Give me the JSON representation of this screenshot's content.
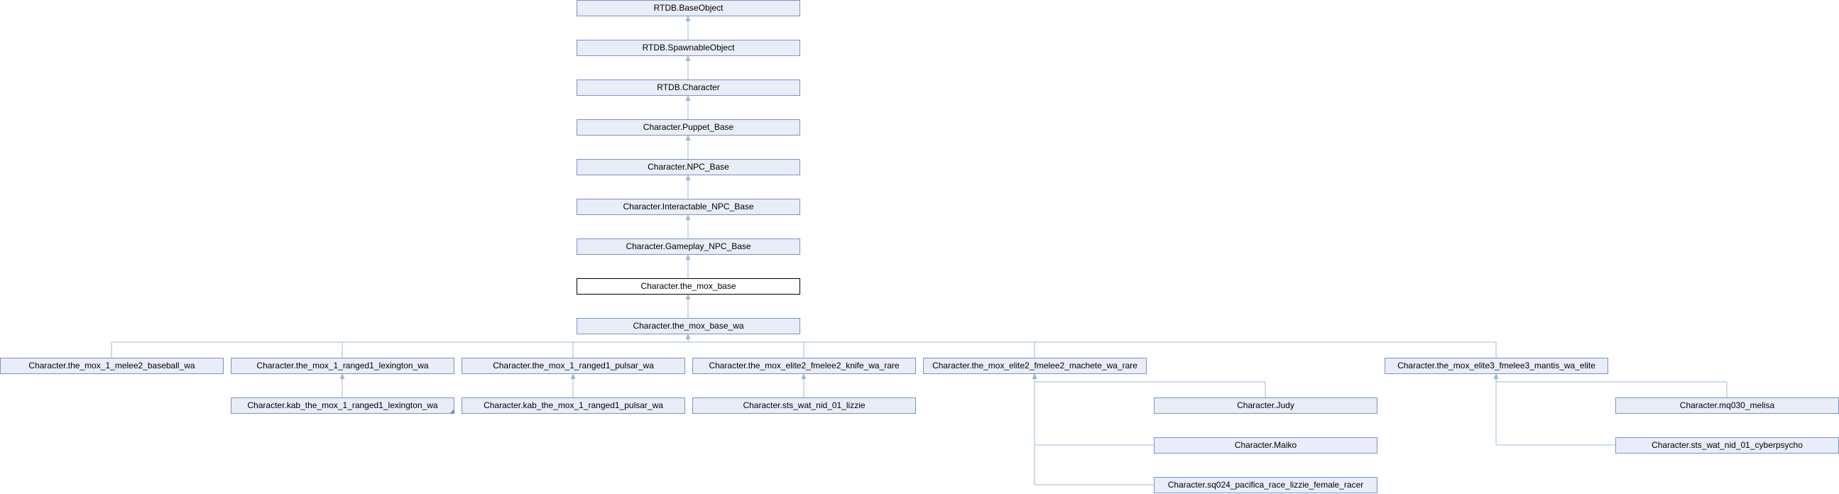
{
  "nodes": [
    {
      "id": "base_object",
      "label": "RTDB.BaseObject"
    },
    {
      "id": "spawnable",
      "label": "RTDB.SpawnableObject"
    },
    {
      "id": "rtdb_character",
      "label": "RTDB.Character"
    },
    {
      "id": "puppet_base",
      "label": "Character.Puppet_Base"
    },
    {
      "id": "npc_base",
      "label": "Character.NPC_Base"
    },
    {
      "id": "interactable_npc",
      "label": "Character.Interactable_NPC_Base"
    },
    {
      "id": "gameplay_npc",
      "label": "Character.Gameplay_NPC_Base"
    },
    {
      "id": "mox_base",
      "label": "Character.the_mox_base",
      "current": true
    },
    {
      "id": "mox_base_wa",
      "label": "Character.the_mox_base_wa"
    },
    {
      "id": "melee2_baseball",
      "label": "Character.the_mox_1_melee2_baseball_wa"
    },
    {
      "id": "ranged1_lexington",
      "label": "Character.the_mox_1_ranged1_lexington_wa"
    },
    {
      "id": "ranged1_pulsar",
      "label": "Character.the_mox_1_ranged1_pulsar_wa"
    },
    {
      "id": "elite2_knife",
      "label": "Character.the_mox_elite2_fmelee2_knife_wa_rare"
    },
    {
      "id": "elite2_machete",
      "label": "Character.the_mox_elite2_fmelee2_machete_wa_rare"
    },
    {
      "id": "elite3_mantis",
      "label": "Character.the_mox_elite3_fmelee3_mantis_wa_elite"
    },
    {
      "id": "kab_lexington",
      "label": "Character.kab_the_mox_1_ranged1_lexington_wa",
      "truncated": true
    },
    {
      "id": "kab_pulsar",
      "label": "Character.kab_the_mox_1_ranged1_pulsar_wa"
    },
    {
      "id": "sts_lizzie",
      "label": "Character.sts_wat_nid_01_lizzie"
    },
    {
      "id": "judy",
      "label": "Character.Judy"
    },
    {
      "id": "maiko",
      "label": "Character.Maiko"
    },
    {
      "id": "sq024_lizzie",
      "label": "Character.sq024_pacifica_race_lizzie_female_racer"
    },
    {
      "id": "mq030_melisa",
      "label": "Character.mq030_melisa"
    },
    {
      "id": "sts_cyberpsycho",
      "label": "Character.sts_wat_nid_01_cyberpsycho"
    }
  ],
  "edges": [
    {
      "from": "spawnable",
      "to": "base_object"
    },
    {
      "from": "rtdb_character",
      "to": "spawnable"
    },
    {
      "from": "puppet_base",
      "to": "rtdb_character"
    },
    {
      "from": "npc_base",
      "to": "puppet_base"
    },
    {
      "from": "interactable_npc",
      "to": "npc_base"
    },
    {
      "from": "gameplay_npc",
      "to": "interactable_npc"
    },
    {
      "from": "mox_base",
      "to": "gameplay_npc"
    },
    {
      "from": "mox_base_wa",
      "to": "mox_base"
    },
    {
      "from": "melee2_baseball",
      "to": "mox_base_wa"
    },
    {
      "from": "ranged1_lexington",
      "to": "mox_base_wa"
    },
    {
      "from": "ranged1_pulsar",
      "to": "mox_base_wa"
    },
    {
      "from": "elite2_knife",
      "to": "mox_base_wa"
    },
    {
      "from": "elite2_machete",
      "to": "mox_base_wa"
    },
    {
      "from": "elite3_mantis",
      "to": "mox_base_wa"
    },
    {
      "from": "kab_lexington",
      "to": "ranged1_lexington"
    },
    {
      "from": "kab_pulsar",
      "to": "ranged1_pulsar"
    },
    {
      "from": "sts_lizzie",
      "to": "elite2_knife"
    },
    {
      "from": "judy",
      "to": "elite2_machete"
    },
    {
      "from": "maiko",
      "to": "elite2_machete"
    },
    {
      "from": "sq024_lizzie",
      "to": "elite2_machete"
    },
    {
      "from": "mq030_melisa",
      "to": "elite3_mantis"
    },
    {
      "from": "sts_cyberpsycho",
      "to": "elite3_mantis"
    }
  ]
}
